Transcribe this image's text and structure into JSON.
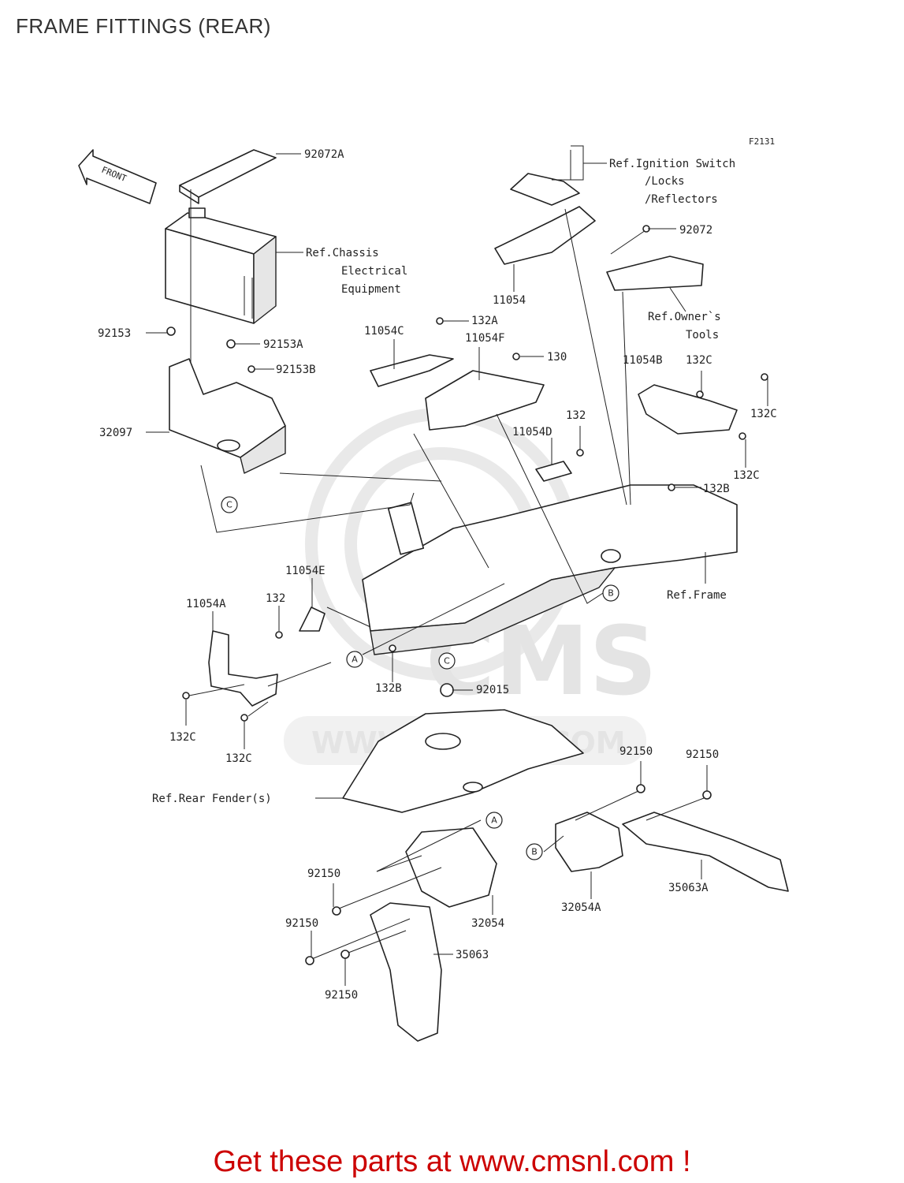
{
  "page": {
    "title": "FRAME FITTINGS (REAR)",
    "figure_code": "F2131",
    "promo_text": "Get these parts at www.cmsnl.com !",
    "promo_color": "#cc0000",
    "front_label": "FRONT"
  },
  "watermark": {
    "brand": "CMS",
    "url": "WWW.CMSNL.COM",
    "color": "#e4e4e4"
  },
  "labels": {
    "l92072A": "92072A",
    "lRefIgn1": "Ref.Ignition Switch",
    "lRefIgn2": "/Locks",
    "lRefIgn3": "/Reflectors",
    "l92072": "92072",
    "lRefChassis1": "Ref.Chassis",
    "lRefChassis2": "Electrical",
    "lRefChassis3": "Equipment",
    "l11054": "11054",
    "lRefOwner1": "Ref.Owner`s",
    "lRefOwner2": "Tools",
    "l92153": "92153",
    "l132A": "132A",
    "l11054C": "11054C",
    "l92153A": "92153A",
    "l11054F": "11054F",
    "l130": "130",
    "l92153B": "92153B",
    "l11054B": "11054B",
    "l132C_1": "132C",
    "l132C_2": "132C",
    "l32097": "32097",
    "l132_1": "132",
    "l11054D": "11054D",
    "l132C_3": "132C",
    "l132B_1": "132B",
    "l11054E": "11054E",
    "l132_2": "132",
    "l11054A": "11054A",
    "lRefFrame": "Ref.Frame",
    "l132B_2": "132B",
    "l92015": "92015",
    "l132C_4": "132C",
    "l132C_5": "132C",
    "l92150_1": "92150",
    "l92150_2": "92150",
    "lRefFender": "Ref.Rear Fender(s)",
    "l92150_3": "92150",
    "l32054A": "32054A",
    "l35063A": "35063A",
    "l32054": "32054",
    "l92150_4": "92150",
    "l35063": "35063",
    "l92150_5": "92150"
  },
  "callouts": {
    "cC_top": "C",
    "cB_frame": "B",
    "cA_mid": "A",
    "cC_mid": "C",
    "cA_low": "A",
    "cB_low": "B"
  }
}
